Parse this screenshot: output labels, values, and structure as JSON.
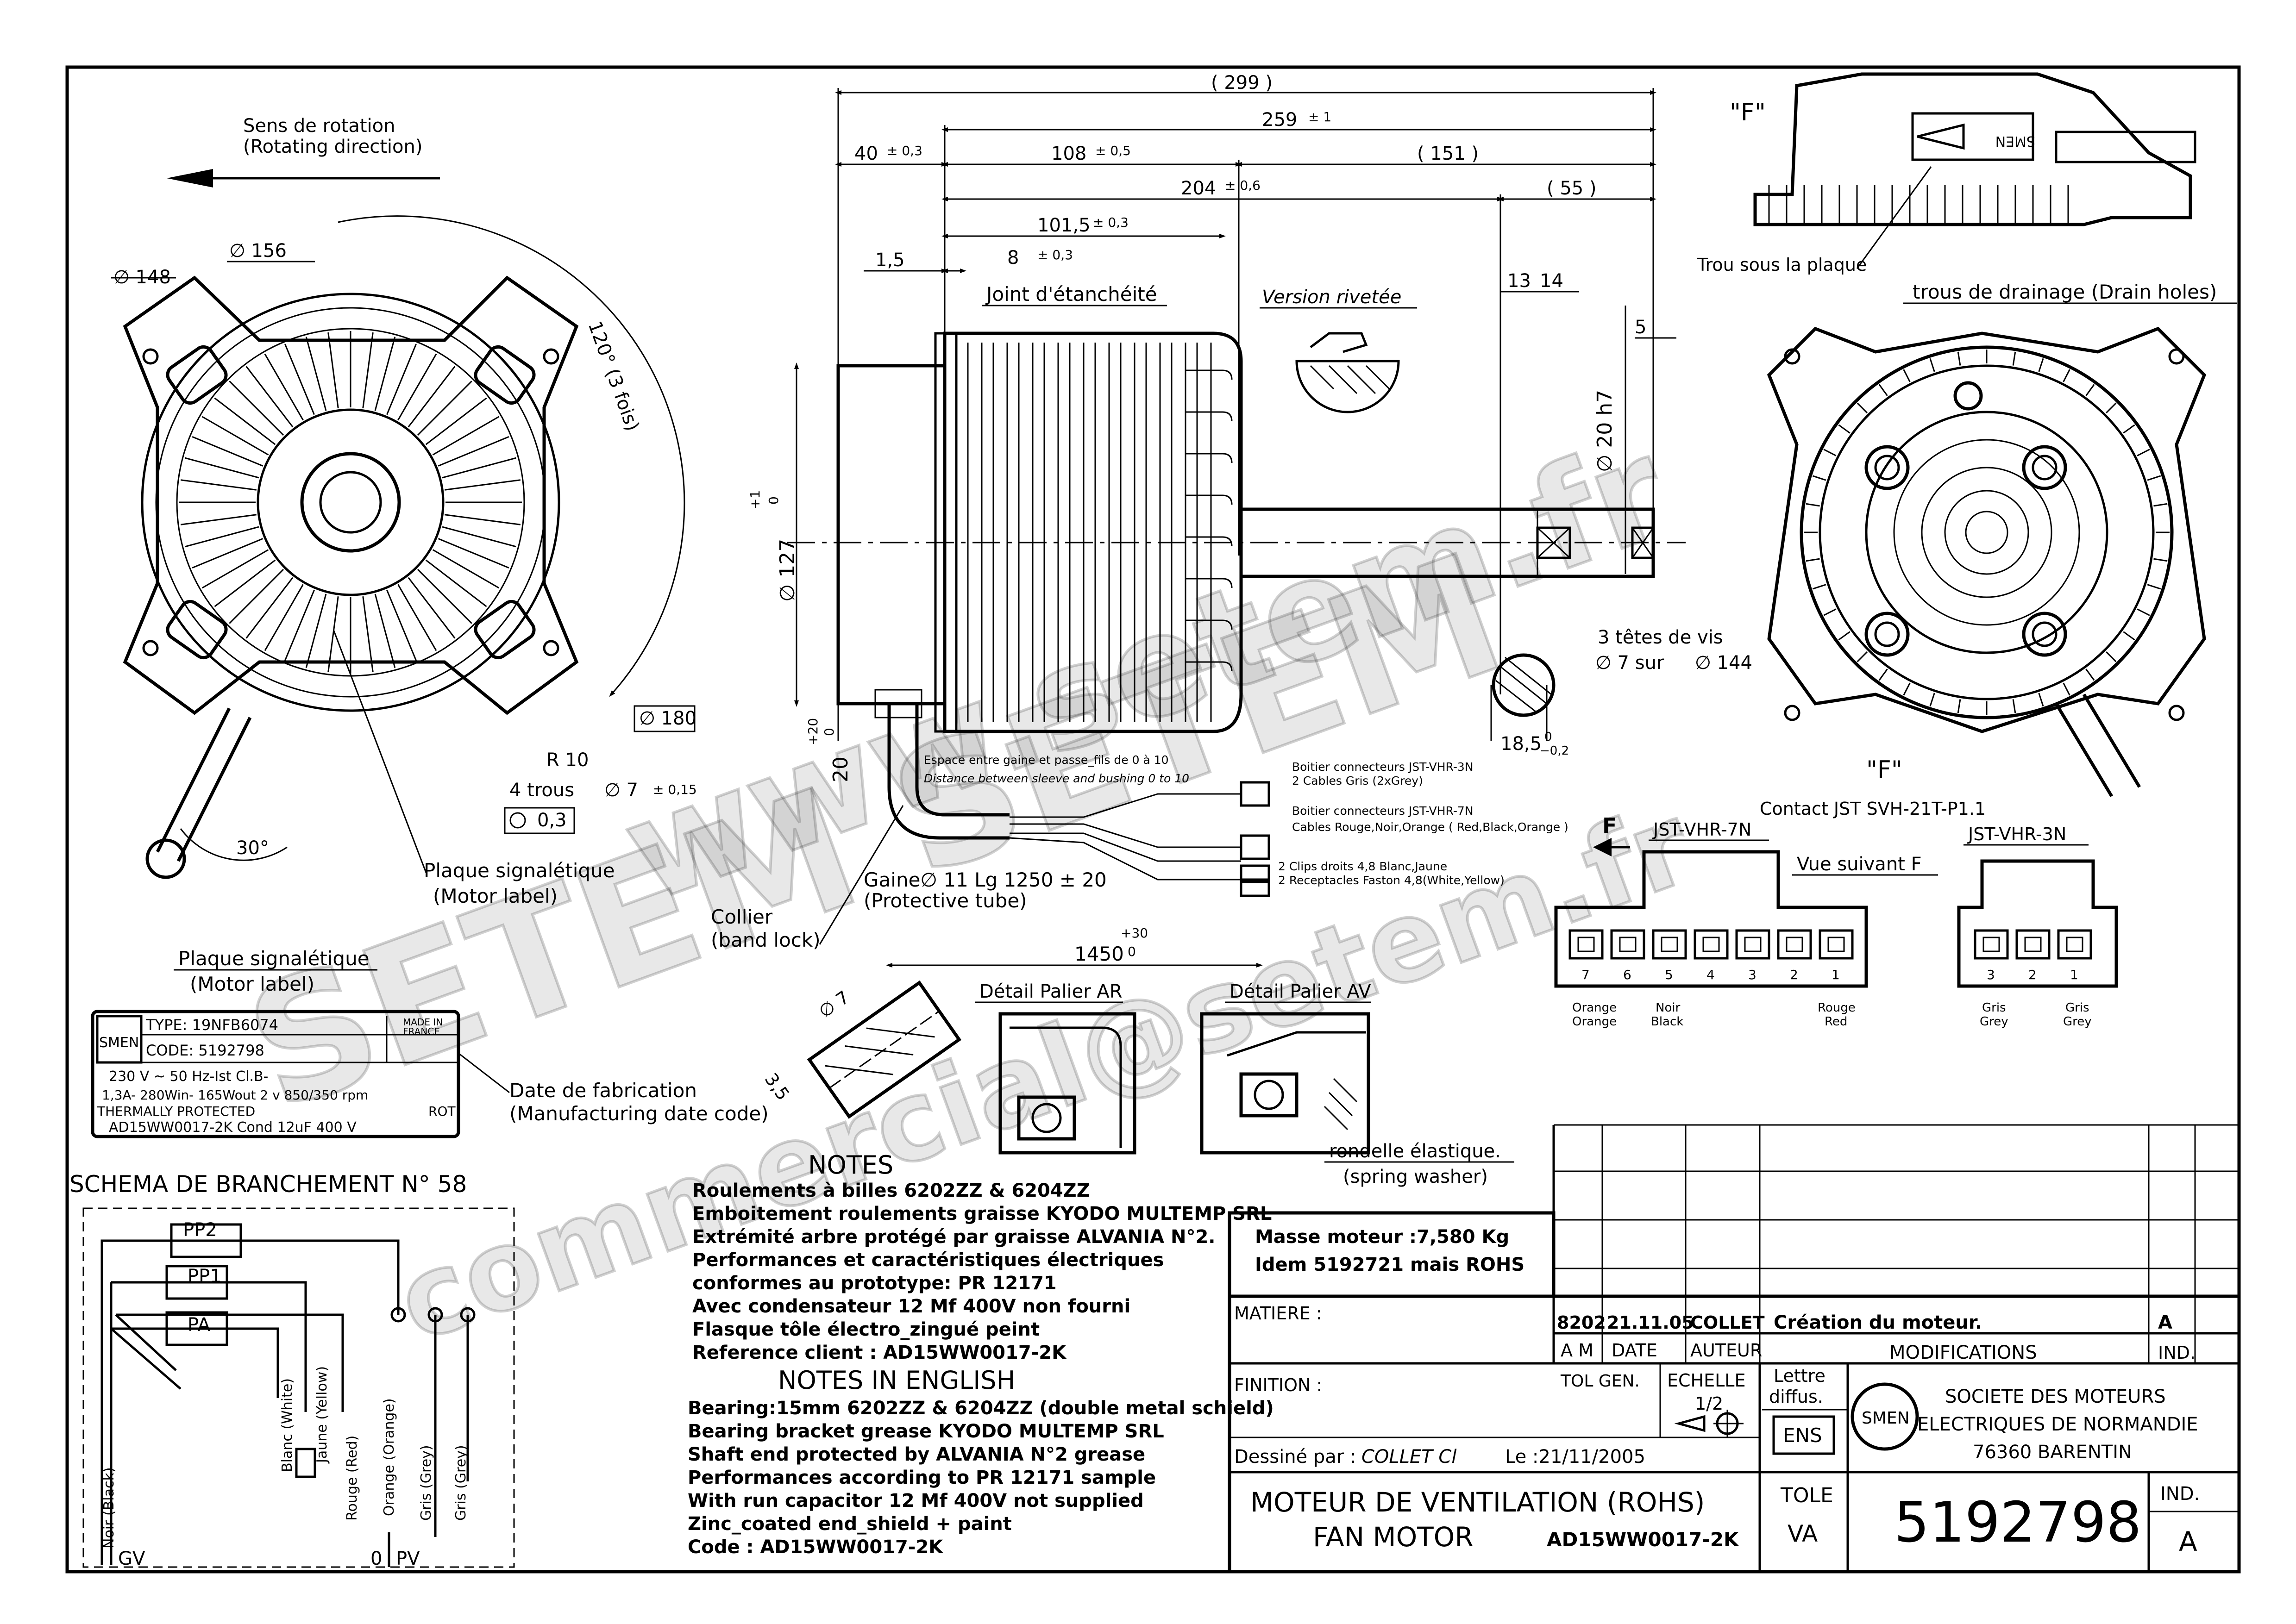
{
  "rotation": {
    "fr": "Sens de rotation",
    "en": "(Rotating direction)"
  },
  "front_dims": {
    "d148": "∅ 148",
    "d156": "∅ 156",
    "angle120": "120° (3 fois)",
    "d180": "∅ 180",
    "r10": "R 10",
    "holes_label": "4 trous",
    "holes_dia": "∅ 7",
    "holes_tol": "± 0,15",
    "position_tol": "0,3",
    "angle30": "30°"
  },
  "motor_label_callout": {
    "fr": "Plaque signalétique",
    "en": "(Motor label)"
  },
  "top_dims": {
    "d299": "( 299 )",
    "d259": "259",
    "d259_tol": "± 1",
    "d40": "40",
    "d40_tol": "± 0,3",
    "d108": "108",
    "d108_tol": "± 0,5",
    "d151": "( 151 )",
    "d204": "204",
    "d204_tol": "± 0,6",
    "d55": "( 55 )",
    "d101": "101,5",
    "d101_tol": "± 0,3",
    "d8": "8",
    "d8_tol": "± 0,3",
    "d1_5": "1,5",
    "d13": "13",
    "d14": "14",
    "d5": "5",
    "d127": "∅ 127",
    "d127_tol_up": "+1",
    "d127_tol_low": "0",
    "d20h7": "∅ 20 h7",
    "d20": "20",
    "d20_tol_up": "+20",
    "d20_tol_low": "0",
    "d18_5": "18,5",
    "d18_5_tol_up": "0",
    "d18_5_tol_low": "−0,2"
  },
  "seal": "Joint d'étanchéité",
  "riveted": "Version rivetée",
  "screws": {
    "line1": "3 têtes de vis",
    "line2a": "∅ 7 sur",
    "line2b": "∅ 144"
  },
  "sleeve_note": {
    "fr": "Espace entre gaine et passe_fils de 0 à 10",
    "en": "Distance between sleeve and bushing 0 to 10"
  },
  "connectors": [
    {
      "line1": "Boitier connecteurs JST-VHR-3N",
      "line2": "2 Cables Gris (2xGrey)"
    },
    {
      "line1": "Boitier connecteurs JST-VHR-7N",
      "line2": "Cables Rouge,Noir,Orange ( Red,Black,Orange )"
    },
    {
      "line1": "2 Clips droits 4,8 Blanc,Jaune",
      "line2": "2 Receptacles Faston 4,8(White,Yellow)"
    }
  ],
  "sheath": {
    "fr": "Gaine∅ 11 Lg 1250  ±  20",
    "en": "(Protective tube)"
  },
  "collar": {
    "fr": "Collier",
    "en": "(band lock)"
  },
  "cable_len": {
    "value": "1450",
    "tol_up": "+30",
    "tol_low": "0"
  },
  "right_view": {
    "F_label": "\"F\"",
    "hole_under": "Trou sous la plaque",
    "drain": "trous de drainage (Drain holes)",
    "F_label2": "\"F\"",
    "plate_text": "SMEN"
  },
  "contact": "Contact JST SVH-21T-P1.1",
  "connector7": {
    "arrow": "F",
    "name": "JST-VHR-7N",
    "numbers": [
      "7",
      "6",
      "5",
      "4",
      "3",
      "2",
      "1"
    ],
    "labels": [
      {
        "l1": "Orange",
        "l2": "Orange"
      },
      {
        "l1": "Noir",
        "l2": "Black"
      },
      {
        "l1": "Rouge",
        "l2": "Red"
      }
    ]
  },
  "connector3": {
    "name": "JST-VHR-3N",
    "view": "Vue suivant F",
    "numbers": [
      "3",
      "2",
      "1"
    ],
    "labels": [
      {
        "l1": "Gris",
        "l2": "Grey"
      },
      {
        "l1": "Gris",
        "l2": "Grey"
      }
    ]
  },
  "details": {
    "ar": "Détail Palier AR",
    "av": "Détail Palier AV",
    "washer_fr": "rondelle élastique.",
    "washer_en": "(spring washer)",
    "d7": "∅ 7",
    "d35": "3,5"
  },
  "label_plate": {
    "title_fr": "Plaque signalétique",
    "title_en": "(Motor label)",
    "logo": "SMEN",
    "type": "TYPE: 19NFB6074",
    "made": "MADE IN",
    "made2": "FRANCE",
    "code": "CODE: 5192798",
    "l1": "230 V  ~    50 Hz-Ist Cl.B-",
    "l2": "1,3A- 280Win-  165Wout  2 v   850/350 rpm",
    "l3": "THERMALLY PROTECTED",
    "rot": "ROT",
    "l4": "AD15WW0017-2K      Cond   12uF  400 V"
  },
  "date_code": {
    "fr": "Date de fabrication",
    "en": "(Manufacturing date code)"
  },
  "wiring": {
    "title": "SCHEMA DE BRANCHEMENT N° 58",
    "pp2": "PP2",
    "pp1": "PP1",
    "pa": "PA",
    "gv": "GV",
    "zero": "0",
    "pv": "PV",
    "wires": [
      "Noir (Black)",
      "Blanc (White)",
      "Jaune (Yellow)",
      "Rouge (Red)",
      "Orange (Orange)",
      "Gris (Grey)",
      "Gris (Grey)"
    ]
  },
  "notes": {
    "title": "NOTES",
    "fr": [
      "Roulements à billes 6202ZZ & 6204ZZ",
      "Emboitement roulements graisse KYODO MULTEMP SRL",
      "Extrémité arbre protégé par graisse ALVANIA N°2.",
      "Performances et caractéristiques électriques",
      "conformes au prototype: PR 12171",
      "Avec condensateur 12 Mf 400V non fourni",
      "Flasque tôle électro_zingué peint",
      "Reference client : AD15WW0017-2K"
    ],
    "title_en": "NOTES IN ENGLISH",
    "en": [
      "Bearing:15mm 6202ZZ & 6204ZZ (double metal schield)",
      "Bearing bracket grease KYODO MULTEMP SRL",
      "Shaft end protected by ALVANIA N°2 grease",
      "Performances according to PR 12171   sample",
      "With run capacitor 12 Mf 400V not supplied",
      "Zinc_coated end_shield + paint",
      "Code : AD15WW0017-2K"
    ]
  },
  "mass": {
    "l1": "Masse moteur :7,580 Kg",
    "l2": "Idem 5192721 mais ROHS"
  },
  "title_block": {
    "matiere": "MATIERE :",
    "finition": "FINITION :",
    "rev": {
      "am": "8202",
      "date": "21.11.05",
      "auteur": "COLLET",
      "modif": "Création du moteur.",
      "ind": "A"
    },
    "h_am": "A M",
    "h_date": "DATE",
    "h_auteur": "AUTEUR",
    "h_modif": "MODIFICATIONS",
    "h_ind": "IND.",
    "tol_gen": "TOL GEN.",
    "echelle": "ECHELLE",
    "scale": "1/2",
    "lettre": "Lettre",
    "diffus": "diffus.",
    "ens": "ENS",
    "company1": "SOCIETE DES MOTEURS",
    "company2": "ELECTRIQUES DE NORMANDIE",
    "company3": "76360  BARENTIN",
    "dessine": "Dessiné par :",
    "author": "COLLET Cl",
    "le": "Le :21/11/2005",
    "title1": "MOTEUR DE VENTILATION     (ROHS)",
    "title2": "FAN MOTOR",
    "code": "AD15WW0017-2K",
    "tole": "TOLE",
    "va": "VA",
    "number": "5192798",
    "ind": "IND.",
    "ind_val": "A"
  },
  "watermarks": {
    "w1": "www.setem.fr",
    "w2": "SETEM SETEM",
    "w3": "commercial@setem.fr"
  }
}
